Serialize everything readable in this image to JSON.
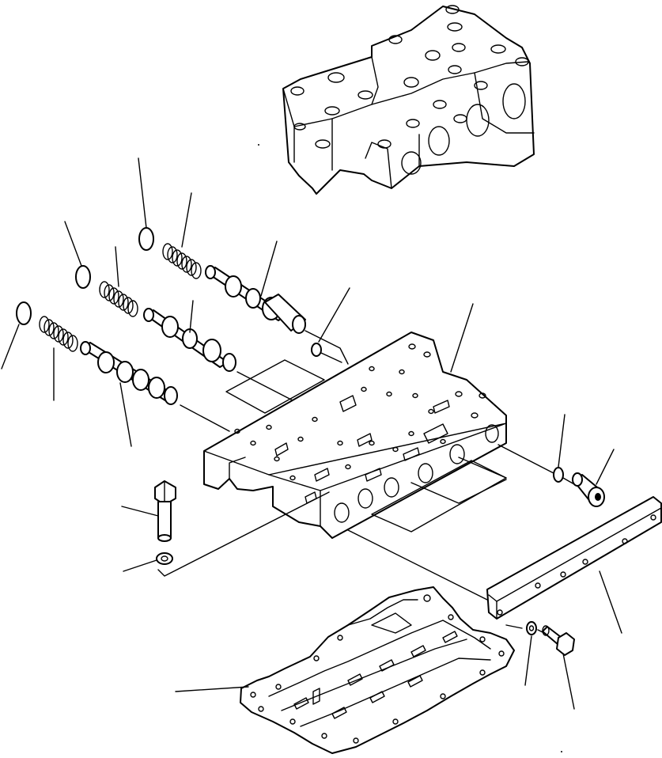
{
  "diagram": {
    "type": "exploded parts illustration",
    "background": "#ffffff",
    "ink": "#000000",
    "parts": [
      {
        "name": "valve-body-upper"
      },
      {
        "name": "spool-valve-top"
      },
      {
        "name": "spool-valve-middle"
      },
      {
        "name": "spool-valve-front"
      },
      {
        "name": "spring-top"
      },
      {
        "name": "spring-middle"
      },
      {
        "name": "spring-front"
      },
      {
        "name": "o-ring-left"
      },
      {
        "name": "o-ring-middle"
      },
      {
        "name": "o-ring-top"
      },
      {
        "name": "o-ring-plate"
      },
      {
        "name": "o-ring-plug"
      },
      {
        "name": "valve-plate"
      },
      {
        "name": "plug"
      },
      {
        "name": "cover-bar"
      },
      {
        "name": "bolt-long"
      },
      {
        "name": "washer-left"
      },
      {
        "name": "washer-right"
      },
      {
        "name": "bolt-short"
      },
      {
        "name": "gasket"
      }
    ]
  }
}
